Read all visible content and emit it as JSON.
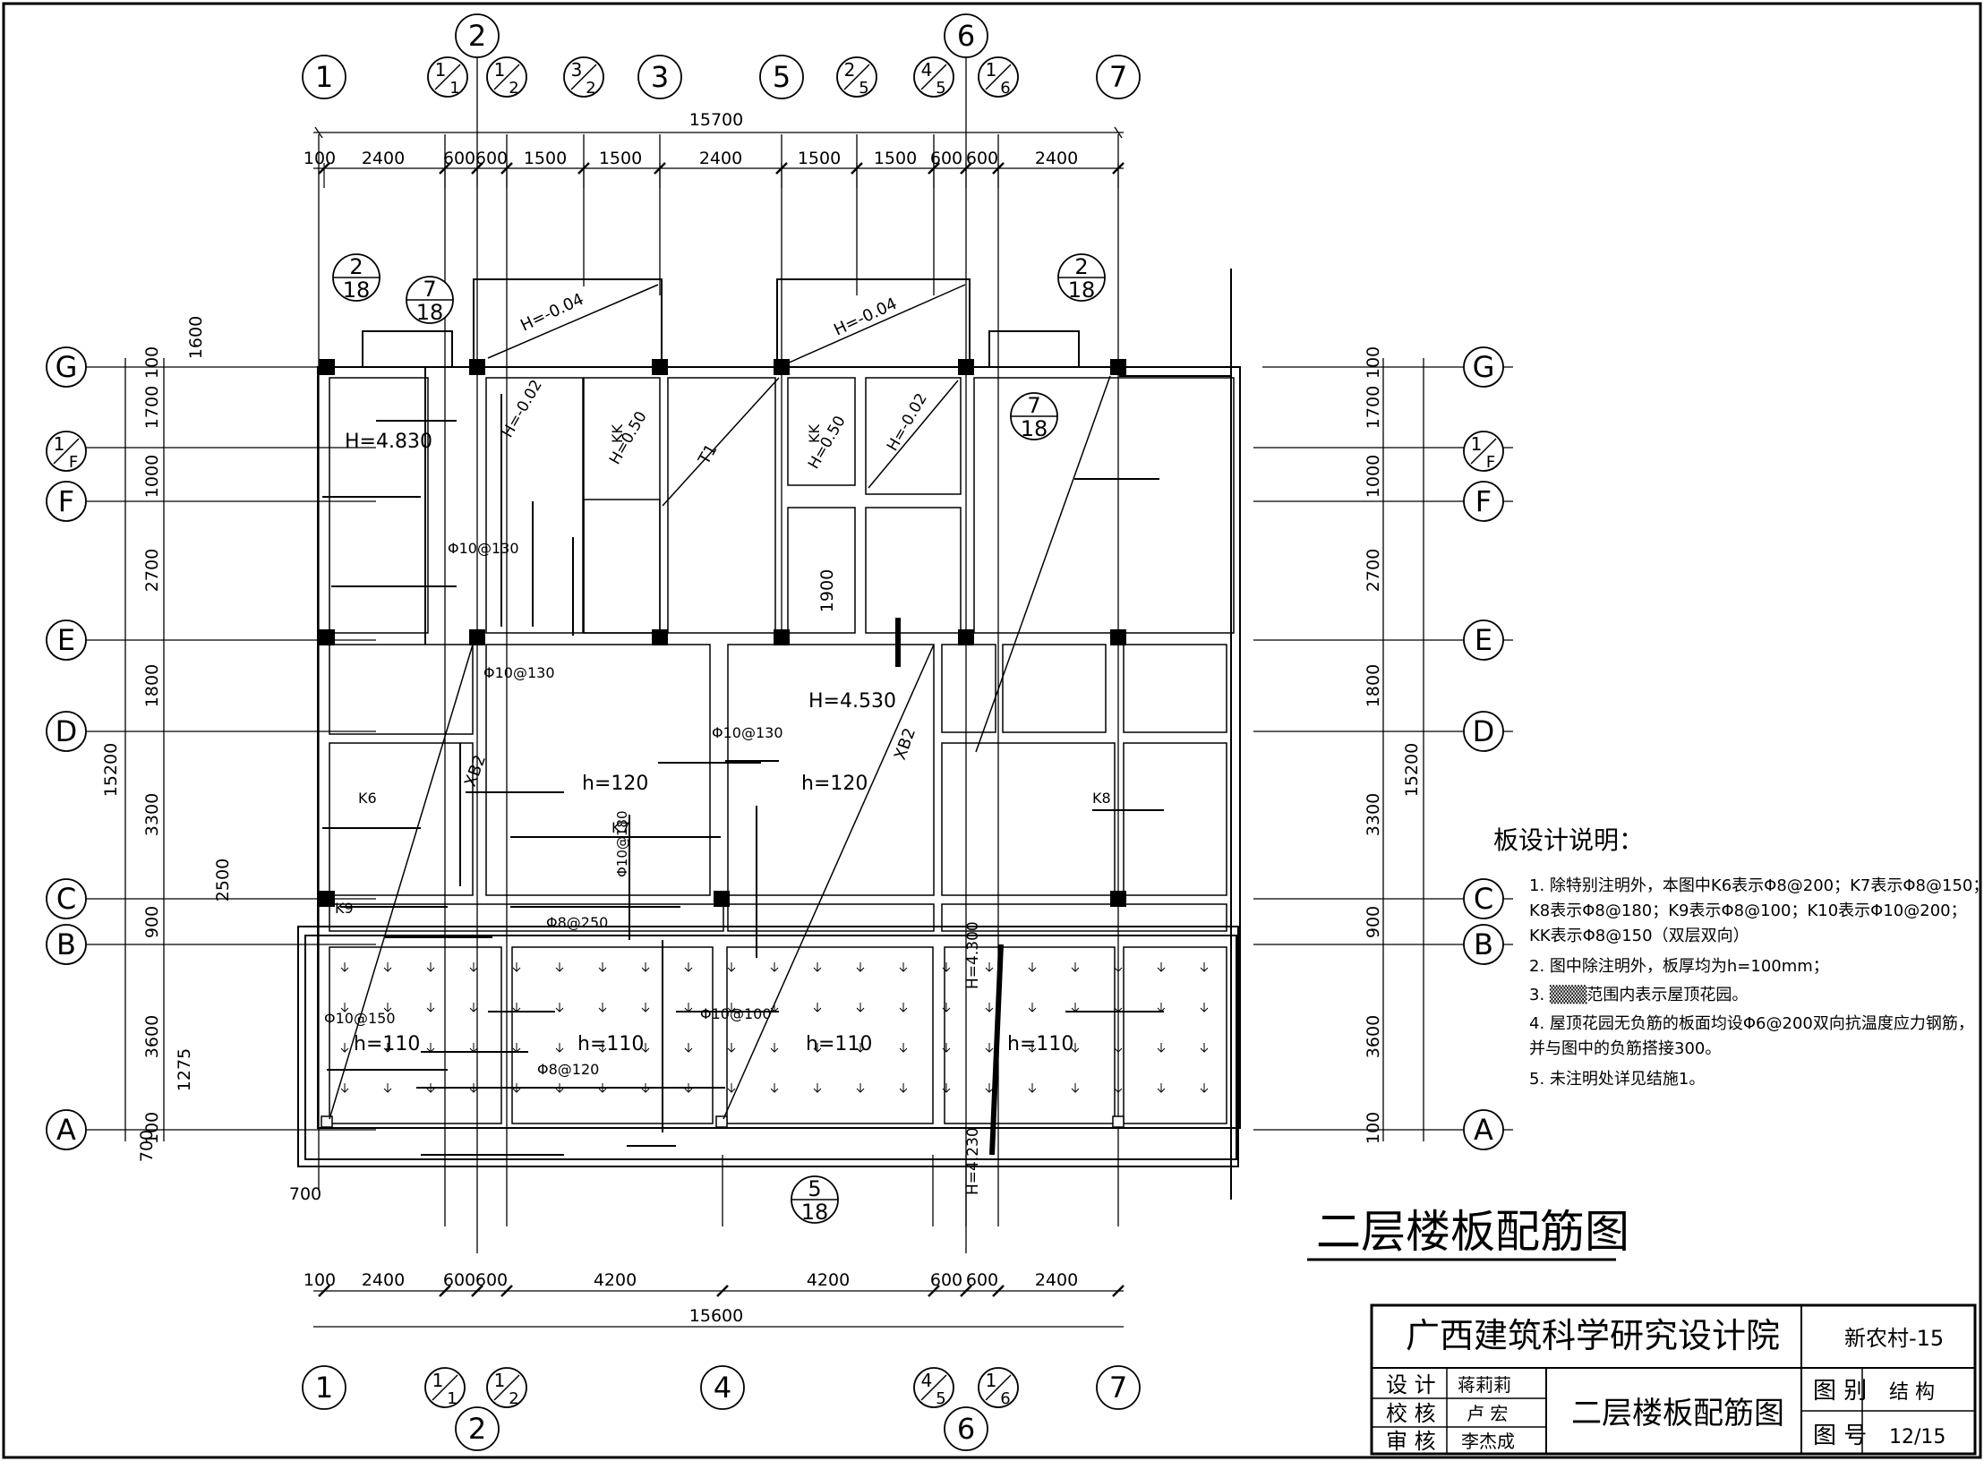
{
  "drawing": {
    "title": "二层楼板配筋图",
    "top_axes": [
      "1",
      "1/1",
      "2",
      "1/2",
      "3/2",
      "3",
      "5",
      "2/5",
      "4/5",
      "6",
      "1/6",
      "7"
    ],
    "bottom_axes": [
      "1",
      "1/1",
      "2",
      "1/2",
      "4",
      "4/5",
      "6",
      "1/6",
      "7"
    ],
    "row_axes": [
      "G",
      "1/F",
      "F",
      "E",
      "D",
      "C",
      "B",
      "A"
    ],
    "top_total": "15700",
    "top_dims": [
      "100",
      "2400",
      "600",
      "600",
      "1500",
      "1500",
      "2400",
      "1500",
      "1500",
      "600",
      "600",
      "2400"
    ],
    "bottom_total": "15600",
    "bottom_dims": [
      "100",
      "2400",
      "600",
      "600",
      "4200",
      "4200",
      "600",
      "600",
      "2400"
    ],
    "left_dims": [
      "100",
      "1700",
      "1000",
      "2700",
      "1800",
      "3300",
      "900",
      "3600",
      "100"
    ],
    "left_total": "15200",
    "right_total": "15200",
    "extra_dims": [
      "1600",
      "2500",
      "1275",
      "700",
      "700",
      "1900"
    ],
    "elevations": [
      "H=4.830",
      "H=4.530",
      "H=-0.04",
      "H=-0.04",
      "H=-0.02",
      "H=0.50",
      "H=0.50",
      "H=-0.02",
      "H=4.300",
      "H=4.230"
    ],
    "slab_thickness": [
      "h=120",
      "h=120",
      "h=110",
      "h=110",
      "h=110",
      "h=110"
    ],
    "bar_labels": [
      "Φ10@130",
      "Φ10@130",
      "Φ10@130",
      "Φ8@250",
      "Φ10@180",
      "Φ10@150",
      "Φ10@100",
      "Φ8@120",
      "K7",
      "K8",
      "K6",
      "K9",
      "KK",
      "XB2",
      "T1"
    ]
  },
  "notes": {
    "heading": "板设计说明：",
    "items": [
      "1.  除特别注明外，本图中K6表示Φ8@200；K7表示Φ8@150；",
      "     K8表示Φ8@180；K9表示Φ8@100；K10表示Φ10@200；",
      "     KK表示Φ8@150（双层双向）",
      "2.  图中除注明外，板厚均为h=100mm；",
      "3.  ▒▒▒范围内表示屋顶花园。",
      "4.  屋顶花园无负筋的板面均设Φ6@200双向抗温度应力钢筋，",
      "     并与图中的负筋搭接300。",
      "5.  未注明处详见结施1。"
    ]
  },
  "title_block": {
    "institute": "广西建筑科学研究设计院",
    "project": "新农村-15",
    "design_label": "设 计",
    "design_name": "蒋莉莉",
    "check_label": "校 核",
    "check_name": "卢 宏",
    "review_label": "审 核",
    "review_name": "李杰成",
    "drawing_name": "二层楼板配筋图",
    "category_label": "图 别",
    "category": "结 构",
    "number_label": "图 号",
    "number": "12/15"
  },
  "section_refs": [
    "2/18",
    "7/18",
    "7/18",
    "2/18",
    "5/18"
  ]
}
